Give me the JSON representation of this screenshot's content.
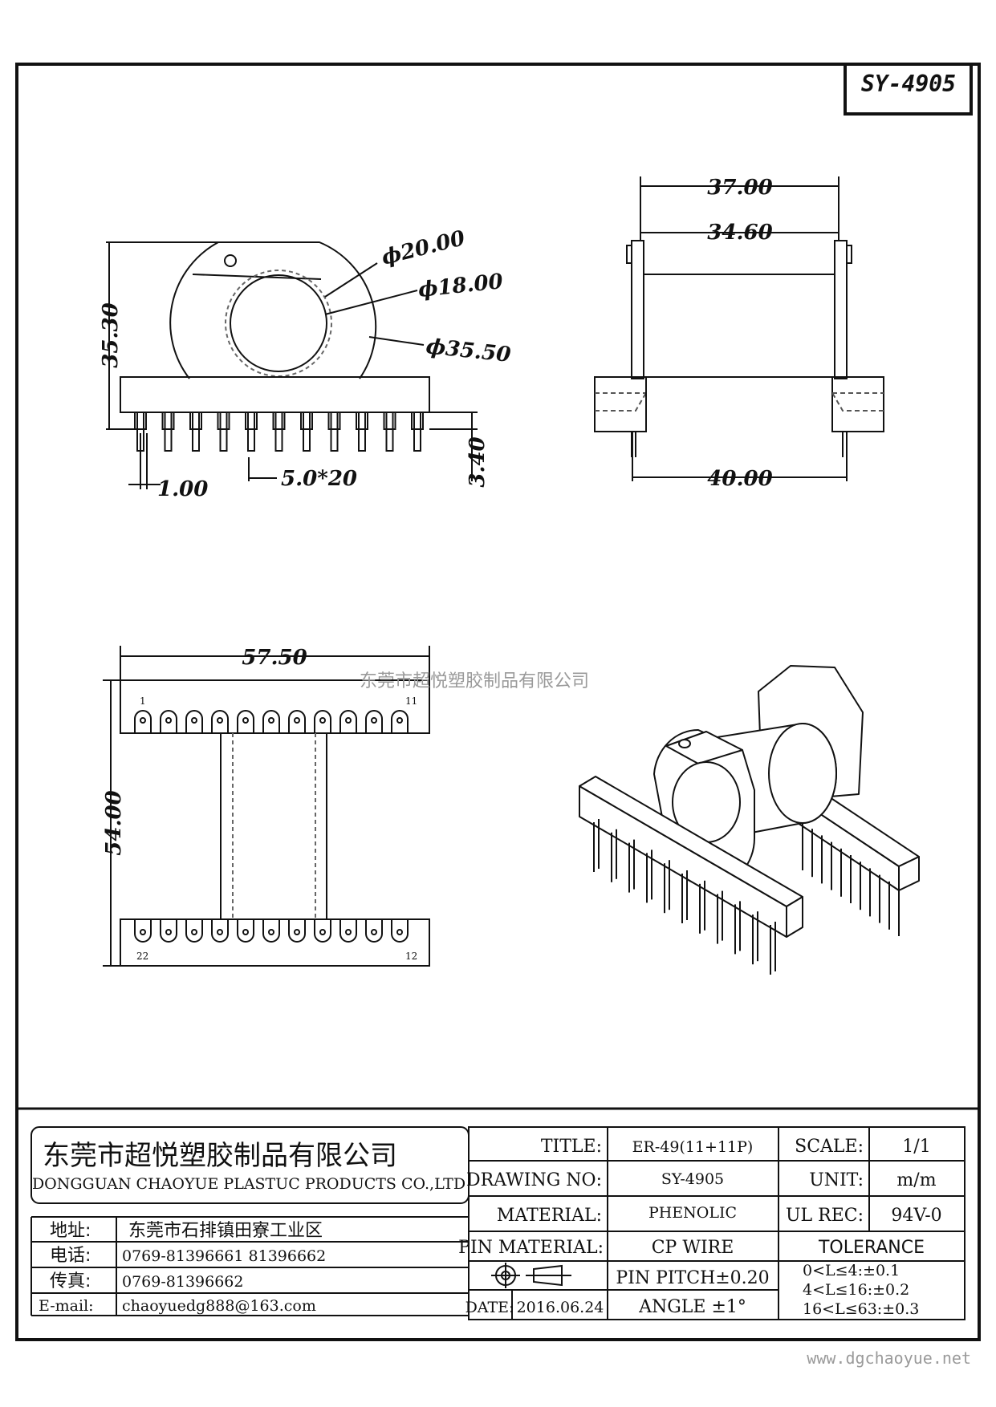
{
  "drawing_id": "SY-4905",
  "watermark": "东莞市超悦塑胶制品有限公司",
  "website": "www.dgchaoyue.net",
  "front_view": {
    "dia_20": "ϕ20.00",
    "dia_18": "ϕ18.00",
    "dia_35": "ϕ35.50",
    "height": "35.30",
    "pin_width": "1.00",
    "pitch": "5.0*20",
    "pin_len": "3.40"
  },
  "side_view": {
    "top_width": "37.00",
    "inner_width": "34.60",
    "base_width": "40.00"
  },
  "bottom_view": {
    "width": "57.50",
    "height": "54.00",
    "pins": {
      "top_left": "1",
      "top_right": "11",
      "bottom_left": "22",
      "bottom_right": "12"
    }
  },
  "company": {
    "name_cn": "东莞市超悦塑胶制品有限公司",
    "name_en": "DONGGUAN CHAOYUE PLASTUC PRODUCTS CO.,LTD",
    "addr_label": "地址:",
    "addr_value": "东莞市石排镇田寮工业区",
    "tel_label": "电话:",
    "tel_value": "0769-81396661   81396662",
    "fax_label": "传真:",
    "fax_value": "0769-81396662",
    "email_label": "E-mail:",
    "email_value": "chaoyuedg888@163.com"
  },
  "title_block": {
    "title_label": "TITLE:",
    "title_value": "ER-49(11+11P)",
    "drawing_no_label": "DRAWING NO:",
    "drawing_no_value": "SY-4905",
    "material_label": "MATERIAL:",
    "material_value": "PHENOLIC",
    "pin_material_label": "PIN MATERIAL:",
    "pin_material_value": "CP WIRE",
    "pin_pitch": "PIN PITCH±0.20",
    "angle": "ANGLE  ±1°",
    "date_label": "DATE:",
    "date_value": "2016.06.24",
    "scale_label": "SCALE:",
    "scale_value": "1/1",
    "unit_label": "UNIT:",
    "unit_value": "m/m",
    "ul_label": "UL REC:",
    "ul_value": "94V-0",
    "tolerance_label": "TOLERANCE",
    "tol_1": "0<L≤4:±0.1",
    "tol_2": "4<L≤16:±0.2",
    "tol_3": "16<L≤63:±0.3"
  }
}
